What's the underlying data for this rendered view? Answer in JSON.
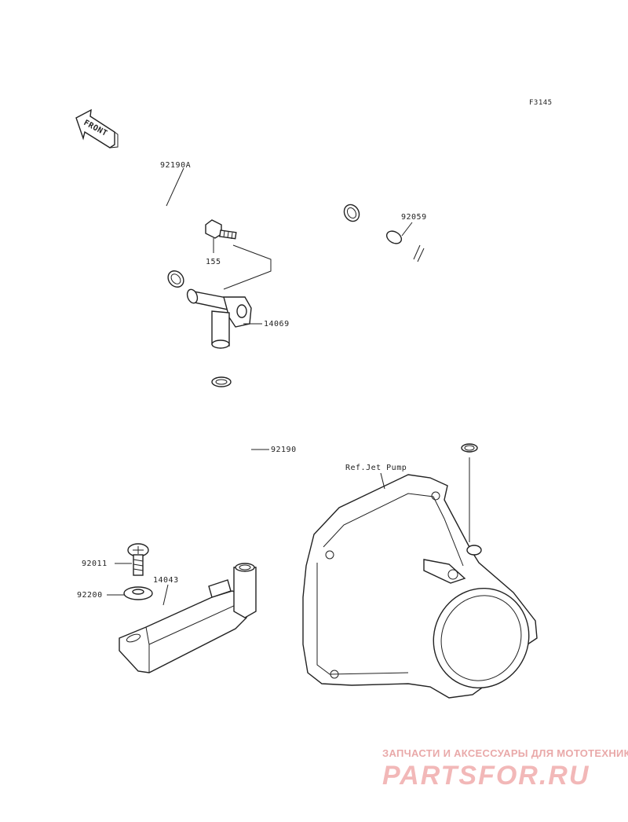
{
  "diagram": {
    "figure_code": "F3145",
    "front_label": "FRONT",
    "reference_label": "Ref.Jet Pump",
    "parts": [
      {
        "id": "92190A"
      },
      {
        "id": "155"
      },
      {
        "id": "14069"
      },
      {
        "id": "92059"
      },
      {
        "id": "92190"
      },
      {
        "id": "92011"
      },
      {
        "id": "14043"
      },
      {
        "id": "92200"
      }
    ]
  },
  "watermark": {
    "tagline": "ЗАПЧАСТИ И АКСЕССУАРЫ ДЛЯ МОТОТЕХНИКИ",
    "brand": "PARTSFOR.RU",
    "colors": {
      "text": "#e9a9a9"
    }
  }
}
